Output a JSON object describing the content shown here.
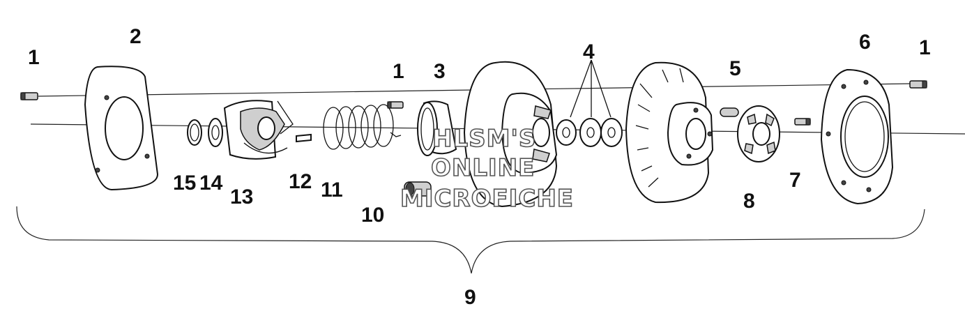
{
  "callouts": {
    "c1a": "1",
    "c2": "2",
    "c15": "15",
    "c14": "14",
    "c13": "13",
    "c12": "12",
    "c11": "11",
    "c1b": "1",
    "c3": "3",
    "c10": "10",
    "c4": "4",
    "c5": "5",
    "c8": "8",
    "c7": "7",
    "c6": "6",
    "c1c": "1",
    "c9": "9"
  },
  "watermark": {
    "line1": "HLSM'S",
    "line2": "ONLINE",
    "line3": "MICROFICHE"
  }
}
